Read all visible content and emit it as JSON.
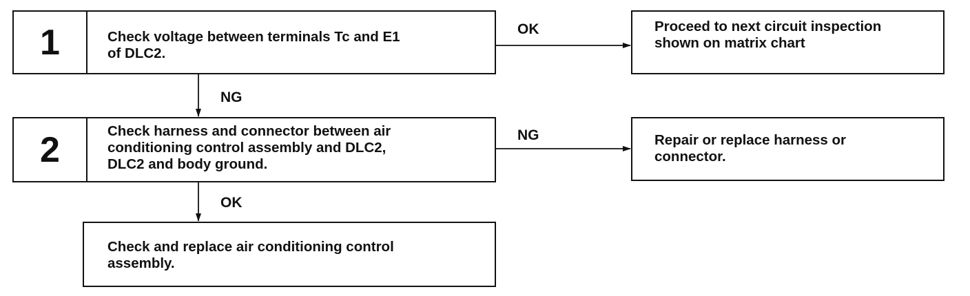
{
  "steps": [
    {
      "number": "1",
      "text": "Check voltage between terminals Tc and E1\nof DLC2."
    },
    {
      "number": "2",
      "text": "Check harness and connector between air\nconditioning control assembly and DLC2,\nDLC2 and body ground."
    }
  ],
  "results": {
    "next_inspection": "Proceed to next circuit inspection\nshown on matrix chart",
    "repair_harness": "Repair or replace harness or\nconnector.",
    "replace_control": "Check and replace air conditioning control\nassembly."
  },
  "edges": {
    "step1_ok": "OK",
    "step1_ng": "NG",
    "step2_ng": "NG",
    "step2_ok": "OK"
  }
}
